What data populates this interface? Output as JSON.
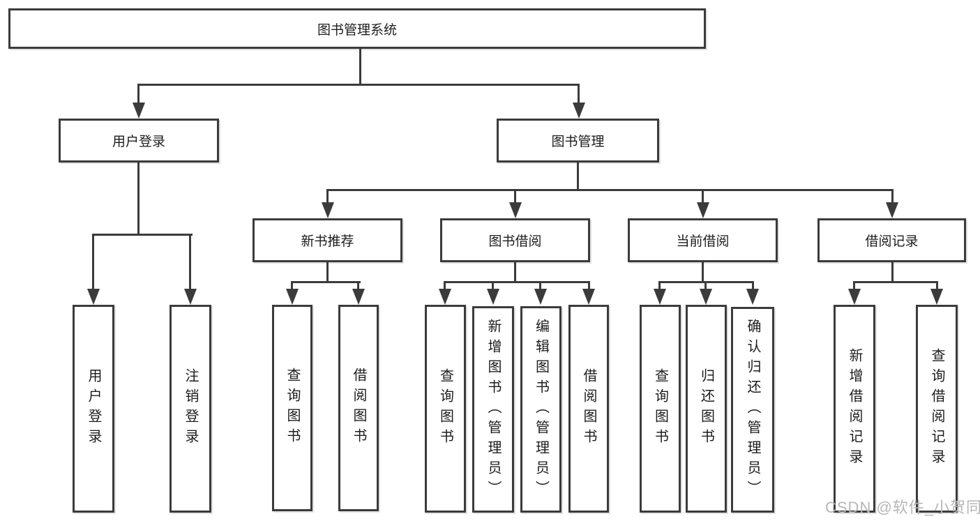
{
  "diagram": {
    "title": "图书管理系统",
    "nodes": {
      "root": "图书管理系统",
      "user_login": "用户登录",
      "book_mgmt": "图书管理",
      "new_book": "新书推荐",
      "book_borrow": "图书借阅",
      "current_borrow": "当前借阅",
      "borrow_record": "借阅记录",
      "ul_leaf1": "用户登录",
      "ul_leaf2": "注销登录",
      "nb_leaf1": "查询图书",
      "nb_leaf2": "借阅图书",
      "bb_leaf1": "查询图书",
      "bb_leaf2": "新增图书（管理员）",
      "bb_leaf3": "编辑图书（管理员）",
      "bb_leaf4": "借阅图书",
      "cb_leaf1": "查询图书",
      "cb_leaf2": "归还图书",
      "cb_leaf3": "确认归还（管理员）",
      "br_leaf1": "新增借阅记录",
      "br_leaf2": "查询借阅记录"
    },
    "edges": [
      [
        "root",
        "user_login"
      ],
      [
        "root",
        "book_mgmt"
      ],
      [
        "user_login",
        "ul_leaf1"
      ],
      [
        "user_login",
        "ul_leaf2"
      ],
      [
        "book_mgmt",
        "new_book"
      ],
      [
        "book_mgmt",
        "book_borrow"
      ],
      [
        "book_mgmt",
        "current_borrow"
      ],
      [
        "book_mgmt",
        "borrow_record"
      ],
      [
        "new_book",
        "nb_leaf1"
      ],
      [
        "new_book",
        "nb_leaf2"
      ],
      [
        "book_borrow",
        "bb_leaf1"
      ],
      [
        "book_borrow",
        "bb_leaf2"
      ],
      [
        "book_borrow",
        "bb_leaf3"
      ],
      [
        "book_borrow",
        "bb_leaf4"
      ],
      [
        "current_borrow",
        "cb_leaf1"
      ],
      [
        "current_borrow",
        "cb_leaf2"
      ],
      [
        "current_borrow",
        "cb_leaf3"
      ],
      [
        "borrow_record",
        "br_leaf1"
      ],
      [
        "borrow_record",
        "br_leaf2"
      ]
    ],
    "watermark": "CSDN @软件_小贺同学"
  },
  "colors": {
    "line": "#3b3b3b",
    "text": "#1c1c1c",
    "background": "#ffffff",
    "watermark": "#b6b6b6"
  }
}
